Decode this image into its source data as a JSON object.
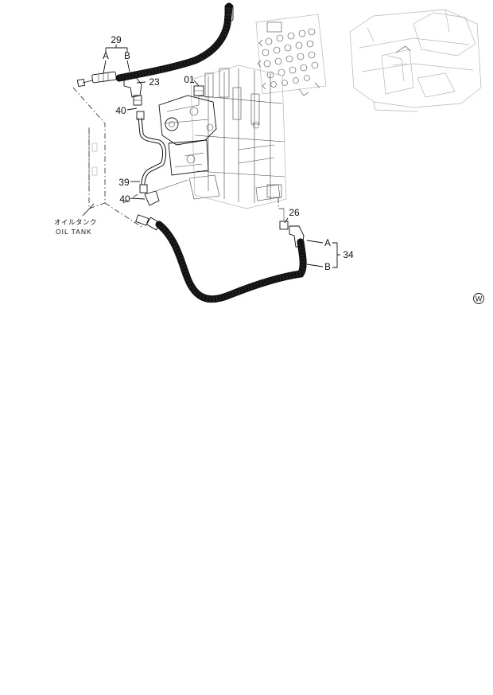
{
  "callouts": {
    "c29": "29",
    "c23": "23",
    "c01": "01",
    "c40a": "40",
    "c39": "39",
    "c40b": "40",
    "c26": "26",
    "c34": "34"
  },
  "hose_ends": {
    "upper_a": "A",
    "upper_b": "B",
    "lower_a": "A",
    "lower_b": "B"
  },
  "oil_tank": {
    "jp": "オイルタンク",
    "en": "OIL TANK"
  },
  "variant_mark": "W"
}
